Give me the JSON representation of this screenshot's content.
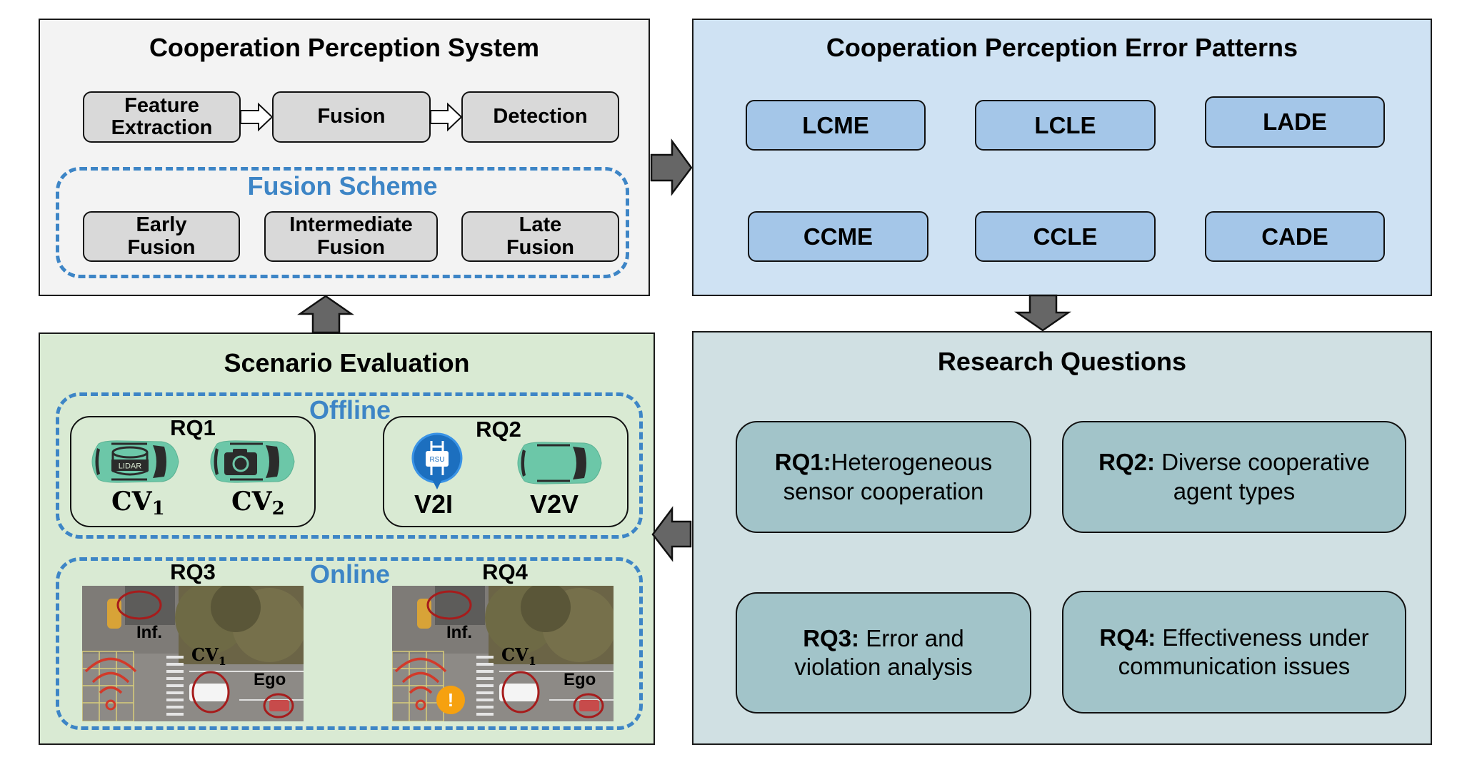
{
  "system_panel": {
    "title": "Cooperation Perception System",
    "pipeline": [
      {
        "label": "Feature\nExtraction"
      },
      {
        "label": "Fusion"
      },
      {
        "label": "Detection"
      }
    ],
    "fusion_scheme": {
      "title": "Fusion Scheme",
      "options": [
        {
          "label": "Early\nFusion"
        },
        {
          "label": "Intermediate\nFusion"
        },
        {
          "label": "Late\nFusion"
        }
      ]
    }
  },
  "error_panel": {
    "title": "Cooperation Perception Error Patterns",
    "patterns": [
      "LCME",
      "LCLE",
      "LADE",
      "CCME",
      "CCLE",
      "CADE"
    ]
  },
  "research_panel": {
    "title": "Research Questions",
    "questions": [
      {
        "id": "RQ1:",
        "text": "Heterogeneous sensor cooperation"
      },
      {
        "id": "RQ2:",
        "text": "Diverse cooperative agent types"
      },
      {
        "id": "RQ3:",
        "text": "Error and violation analysis"
      },
      {
        "id": "RQ4:",
        "text": "Effectiveness under communication issues"
      }
    ]
  },
  "scenario_panel": {
    "title": "Scenario Evaluation",
    "offline": {
      "label": "Offline",
      "rq1": {
        "tag": "RQ1",
        "cv1": "CV",
        "cv1_sub": "1",
        "cv2": "CV",
        "cv2_sub": "2",
        "lidar_text": "LIDAR"
      },
      "rq2": {
        "tag": "RQ2",
        "v2i": "V2I",
        "v2v": "V2V",
        "rsu_text": "RSU"
      }
    },
    "online": {
      "label": "Online",
      "scenes": [
        {
          "tag": "RQ3",
          "inf": "Inf.",
          "cv": "CV",
          "cv_sub": "1",
          "ego": "Ego",
          "warning": false
        },
        {
          "tag": "RQ4",
          "inf": "Inf.",
          "cv": "CV",
          "cv_sub": "1",
          "ego": "Ego",
          "warning": true,
          "warning_text": "!"
        }
      ]
    }
  },
  "colors": {
    "system_bg": "#f3f3f3",
    "error_bg": "#cfe2f3",
    "research_bg": "#d0e0e3",
    "scenario_bg": "#d9ead3",
    "accent_blue": "#3d85c6",
    "arrow_gray": "#666666",
    "car_teal": "#6cc7a8",
    "highlight_red": "#a61c1c",
    "warning_orange": "#f6a10f"
  }
}
